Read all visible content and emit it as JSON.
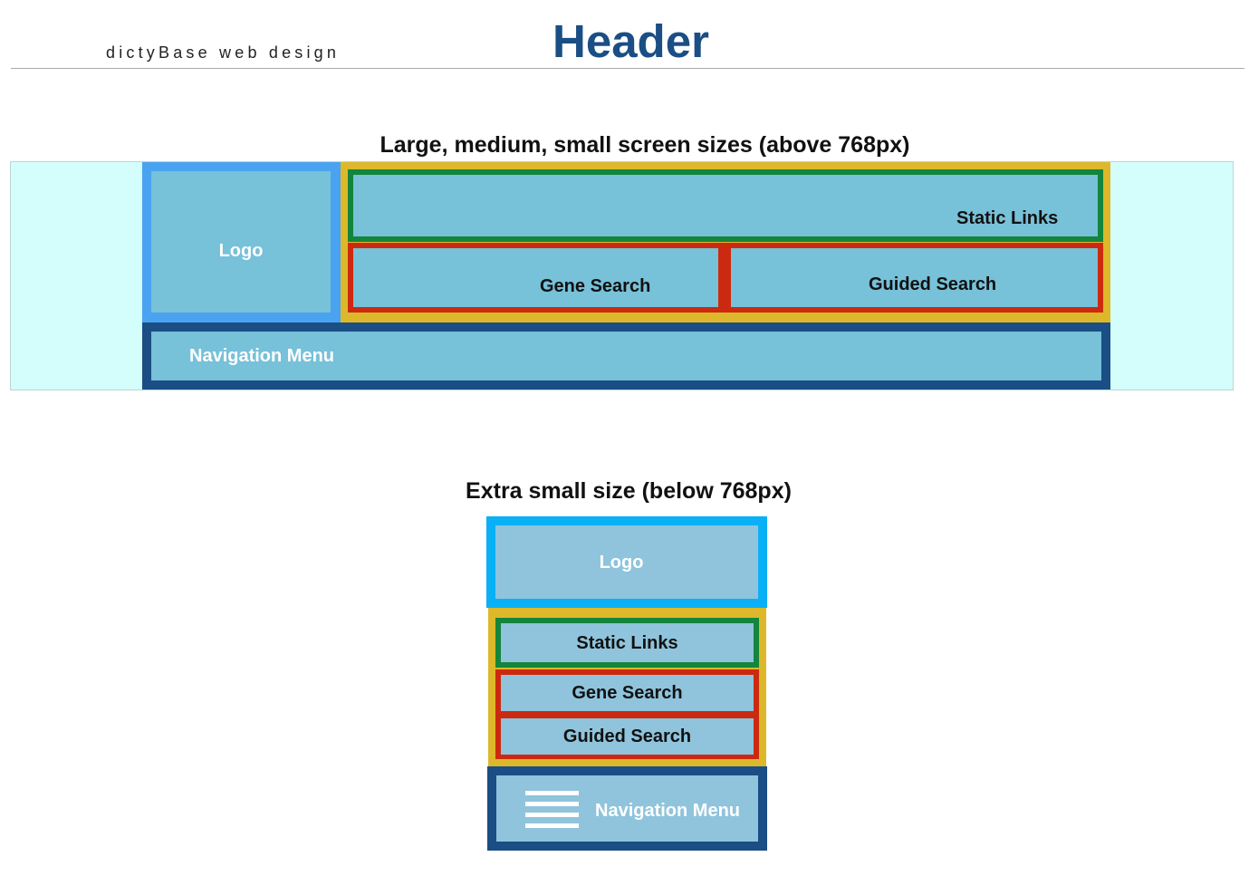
{
  "header": {
    "subtitle": "dictyBase web design",
    "title": "Header"
  },
  "large_layout": {
    "heading": "Large, medium, small screen sizes (above 768px)",
    "logo": "Logo",
    "static_links": "Static Links",
    "gene_search": "Gene Search",
    "guided_search": "Guided Search",
    "navigation_menu": "Navigation Menu"
  },
  "xs_layout": {
    "heading": "Extra small size (below 768px)",
    "logo": "Logo",
    "static_links": "Static Links",
    "gene_search": "Gene Search",
    "guided_search": "Guided Search",
    "navigation_menu": "Navigation Menu"
  },
  "colors": {
    "page_background_band": "#d4fefc",
    "logo_border_large": "#4aa3f0",
    "logo_border_xs": "#0ab0f5",
    "group_border": "#ddb82a",
    "static_links_border": "#14853c",
    "search_border": "#cc2a10",
    "nav_border": "#1a4e85",
    "box_fill": "#77c1d9",
    "title_color": "#1a4e85"
  }
}
